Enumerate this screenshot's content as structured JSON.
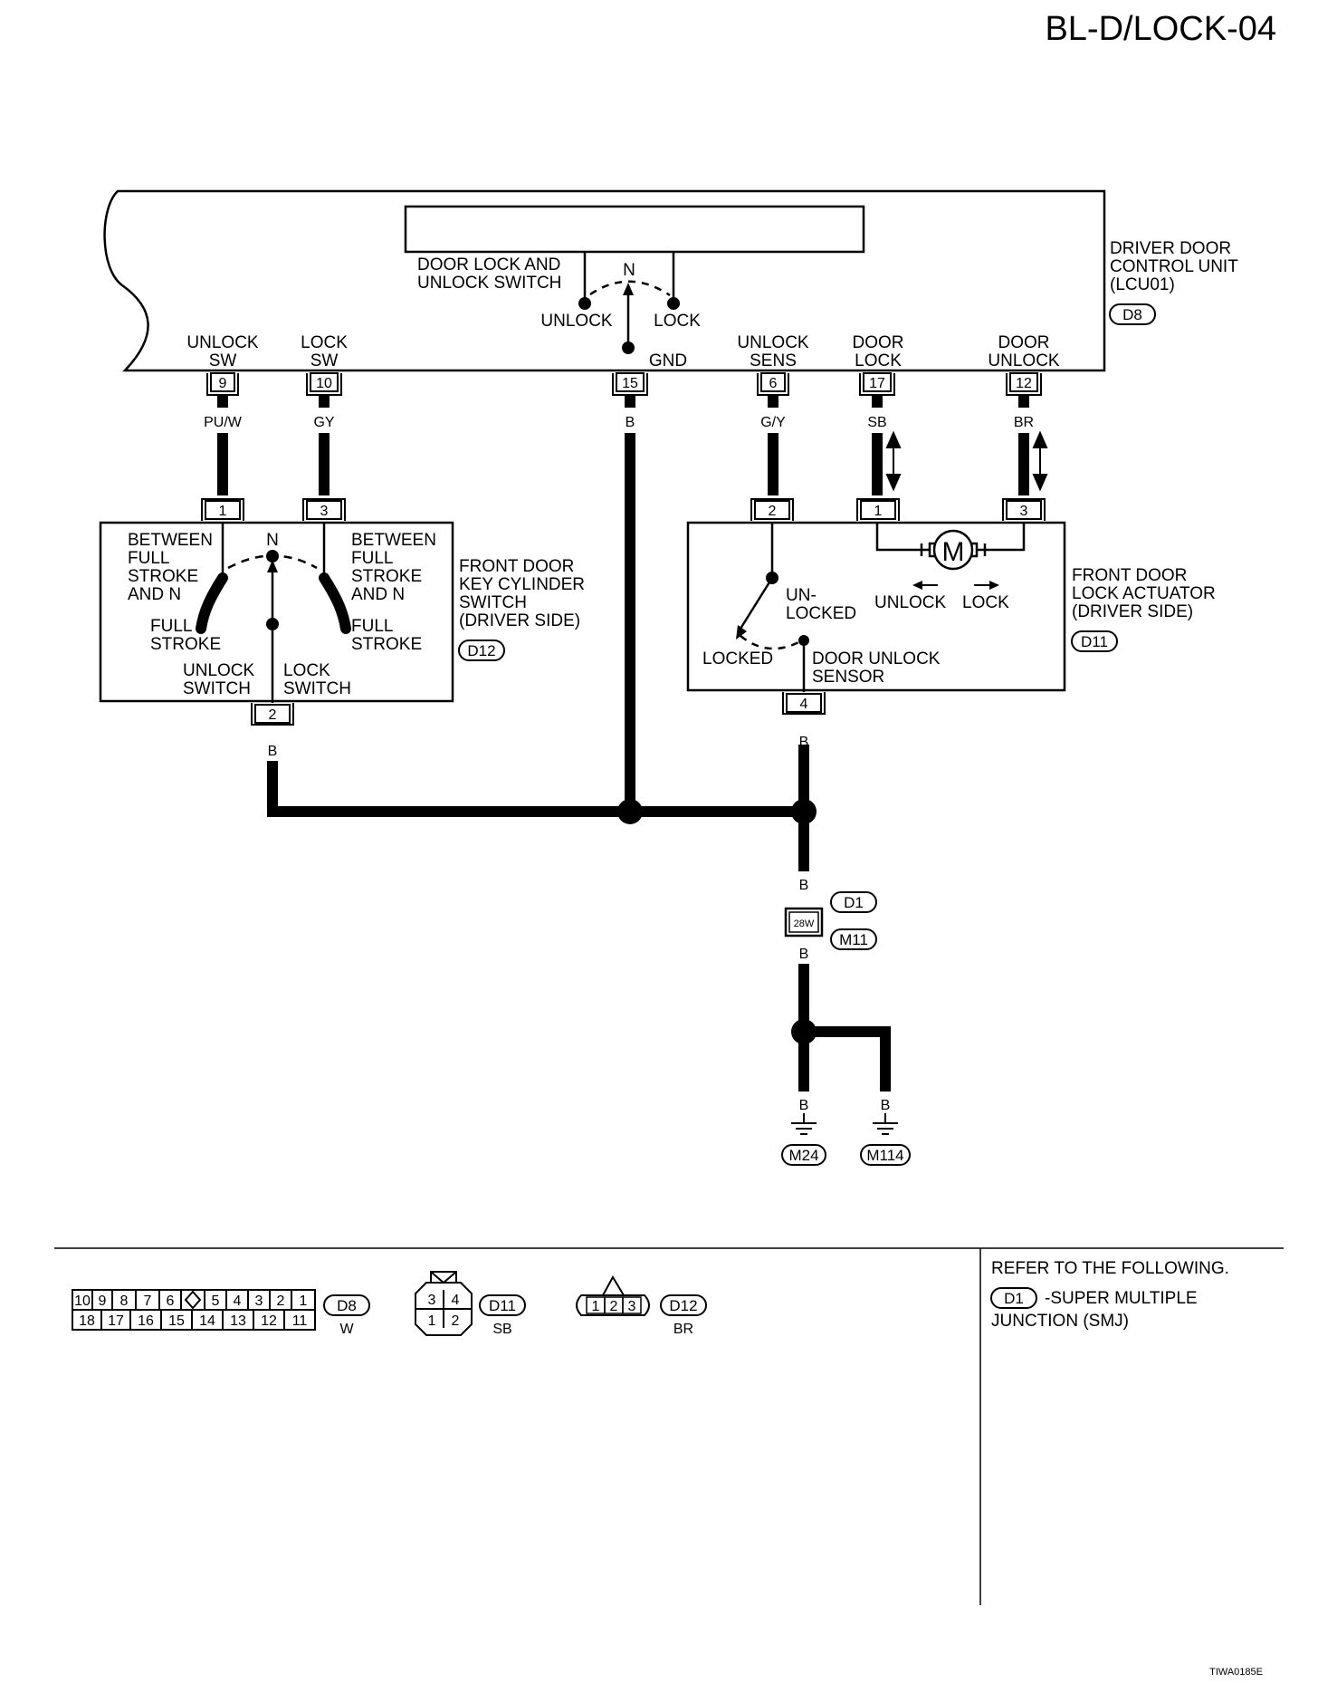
{
  "page_code": "BL-D/LOCK-04",
  "figure_id": "TIWA0185E",
  "control_unit": {
    "name_lines": [
      "DRIVER DOOR",
      "CONTROL UNIT",
      "(LCU01)"
    ],
    "connector": "D8",
    "inner_switch": {
      "label_lines": [
        "DOOR LOCK AND",
        "UNLOCK SWITCH"
      ],
      "center": "N",
      "left": "UNLOCK",
      "right": "LOCK"
    },
    "terminals": [
      {
        "name_lines": [
          "UNLOCK",
          "SW"
        ],
        "pin": "9",
        "wire": "PU/W"
      },
      {
        "name_lines": [
          "LOCK",
          "SW"
        ],
        "pin": "10",
        "wire": "GY"
      },
      {
        "name_lines": [
          "GND"
        ],
        "pin": "15",
        "wire": "B"
      },
      {
        "name_lines": [
          "UNLOCK",
          "SENS"
        ],
        "pin": "6",
        "wire": "G/Y"
      },
      {
        "name_lines": [
          "DOOR",
          "LOCK"
        ],
        "pin": "17",
        "wire": "SB"
      },
      {
        "name_lines": [
          "DOOR",
          "UNLOCK"
        ],
        "pin": "12",
        "wire": "BR"
      }
    ]
  },
  "key_cylinder": {
    "name_lines": [
      "FRONT DOOR",
      "KEY CYLINDER",
      "SWITCH",
      "(DRIVER SIDE)"
    ],
    "connector": "D12",
    "pins": [
      "1",
      "3",
      "2"
    ],
    "left_lines": [
      "BETWEEN",
      "FULL",
      "STROKE",
      "AND N"
    ],
    "right_lines": [
      "BETWEEN",
      "FULL",
      "STROKE",
      "AND N"
    ],
    "center": "N",
    "full_stroke_lines": [
      "FULL",
      "STROKE"
    ],
    "unlock_switch_lines": [
      "UNLOCK",
      "SWITCH"
    ],
    "lock_switch_lines": [
      "LOCK",
      "SWITCH"
    ],
    "bottom_wire": "B"
  },
  "actuator": {
    "name_lines": [
      "FRONT DOOR",
      "LOCK ACTUATOR",
      "(DRIVER SIDE)"
    ],
    "connector": "D11",
    "pins": [
      "2",
      "1",
      "3",
      "4"
    ],
    "motor": "M",
    "unlock": "UNLOCK",
    "lock": "LOCK",
    "unlocked_lines": [
      "UN-",
      "LOCKED"
    ],
    "locked": "LOCKED",
    "sensor_lines": [
      "DOOR UNLOCK",
      "SENSOR"
    ],
    "bottom_wire": "B"
  },
  "ground_circuit": {
    "wire": "B",
    "junction_connector_top": "D1",
    "junction_terminal": "28W",
    "junction_connector_bottom": "M11",
    "grounds": [
      "M24",
      "M114"
    ]
  },
  "legend": {
    "d8_top_pins": [
      "10",
      "9",
      "8",
      "7",
      "6",
      "5",
      "4",
      "3",
      "2",
      "1"
    ],
    "d8_bottom_pins": [
      "18",
      "17",
      "16",
      "15",
      "14",
      "13",
      "12",
      "11"
    ],
    "d8": {
      "id": "D8",
      "color": "W"
    },
    "d11": {
      "id": "D11",
      "color": "SB",
      "pins_top": [
        "3",
        "4"
      ],
      "pins_bottom": [
        "1",
        "2"
      ]
    },
    "d12": {
      "id": "D12",
      "color": "BR",
      "pins": [
        "1",
        "2",
        "3"
      ]
    },
    "refer_text": "REFER TO THE FOLLOWING.",
    "refer_connector": "D1",
    "refer_desc_lines": [
      "-SUPER MULTIPLE",
      "JUNCTION (SMJ)"
    ]
  }
}
